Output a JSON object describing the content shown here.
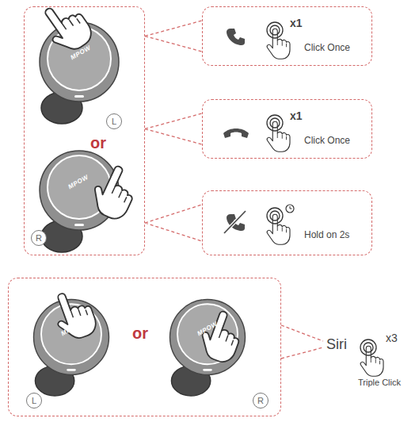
{
  "diagram": {
    "nodes": [
      {
        "text": [
          "or"
        ]
      },
      {
        "text": [
          "L"
        ],
        "in": 0
      },
      {
        "text": [
          "R"
        ],
        "in": 0
      },
      {
        "text": [
          "x1",
          "Click Once"
        ]
      },
      {
        "text": [
          "x1",
          "Click Once"
        ]
      },
      {
        "text": [
          "Hold on 2s"
        ]
      },
      {
        "text": [
          "or"
        ]
      },
      {
        "text": [
          "L"
        ],
        "in": 6
      },
      {
        "text": [
          "R"
        ],
        "in": 6
      }
    ],
    "edges": [
      {
        "from": 0,
        "to": 3,
        "arrow": "none"
      },
      {
        "from": 0,
        "to": 4,
        "arrow": "none"
      },
      {
        "from": 0,
        "to": 5,
        "arrow": "none"
      }
    ],
    "labels": [
      "MPOW",
      "MPOW",
      "MPOW",
      "MPOW",
      "Siri",
      "x3",
      "Triple Click"
    ]
  }
}
